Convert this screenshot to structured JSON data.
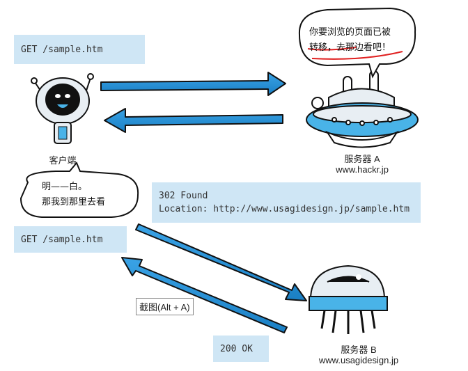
{
  "requests": {
    "get1": "GET /sample.htm",
    "get2": "GET /sample.htm",
    "response302_line1": "302 Found",
    "response302_line2": "Location: http://www.usagidesign.jp/sample.htm",
    "response200": "200 OK"
  },
  "labels": {
    "client": "客户端",
    "serverA_name": "服务器 A",
    "serverA_host": "www.hackr.jp",
    "serverB_name": "服务器 B",
    "serverB_host": "www.usagidesign.jp"
  },
  "bubbles": {
    "serverA_line1": "你要浏览的页面已被",
    "serverA_line2": "转移，去那边看吧！",
    "client_line1": "明——白。",
    "client_line2": "那我到那里去看"
  },
  "tooltip": "截图(Alt + A)",
  "colors": {
    "arrow": "#1e8fd6",
    "box": "#cfe6f5"
  }
}
